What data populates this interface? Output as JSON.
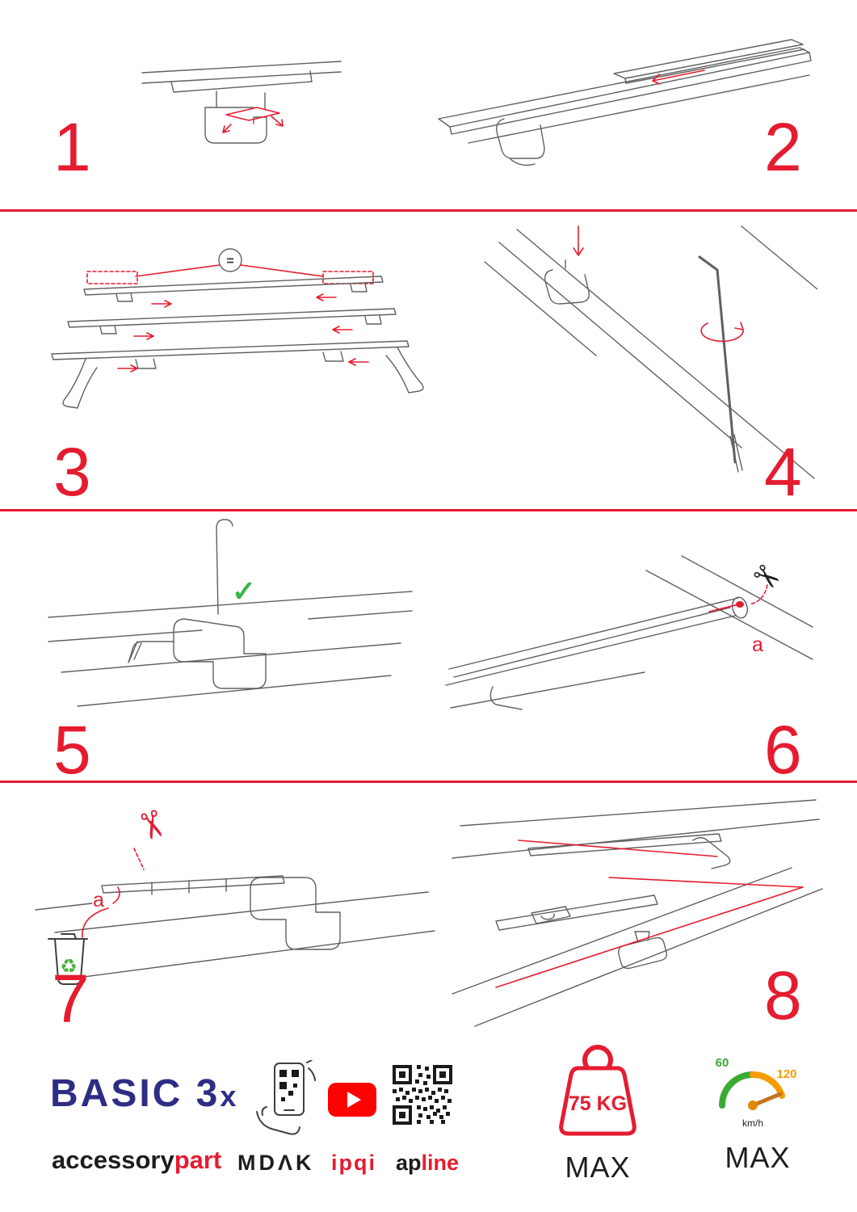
{
  "page": {
    "background": "#ffffff",
    "accent_red": "#e51c30"
  },
  "steps": [
    {
      "number": "1"
    },
    {
      "number": "2"
    },
    {
      "number": "3"
    },
    {
      "number": "4"
    },
    {
      "number": "5"
    },
    {
      "number": "6"
    },
    {
      "number": "7"
    },
    {
      "number": "8"
    }
  ],
  "labels": {
    "equal": "=",
    "a_step6": "a",
    "a_step7": "a"
  },
  "icons": {
    "scissors": "✂",
    "recycle": "♻",
    "check": "✓"
  },
  "footer": {
    "brand_title": "BASIC 3",
    "brand_suffix": "x",
    "brand_sub_black": "accessory",
    "brand_sub_red": "part",
    "partner_mdak": "MDΛK",
    "partner_ipqi": "ipqi",
    "partner_apline_black": "ap",
    "partner_apline_red": "line",
    "weight_value": "75 KG",
    "weight_max": "MAX",
    "speed_low": "60",
    "speed_high": "120",
    "speed_unit": "km/h",
    "speed_max": "MAX"
  }
}
